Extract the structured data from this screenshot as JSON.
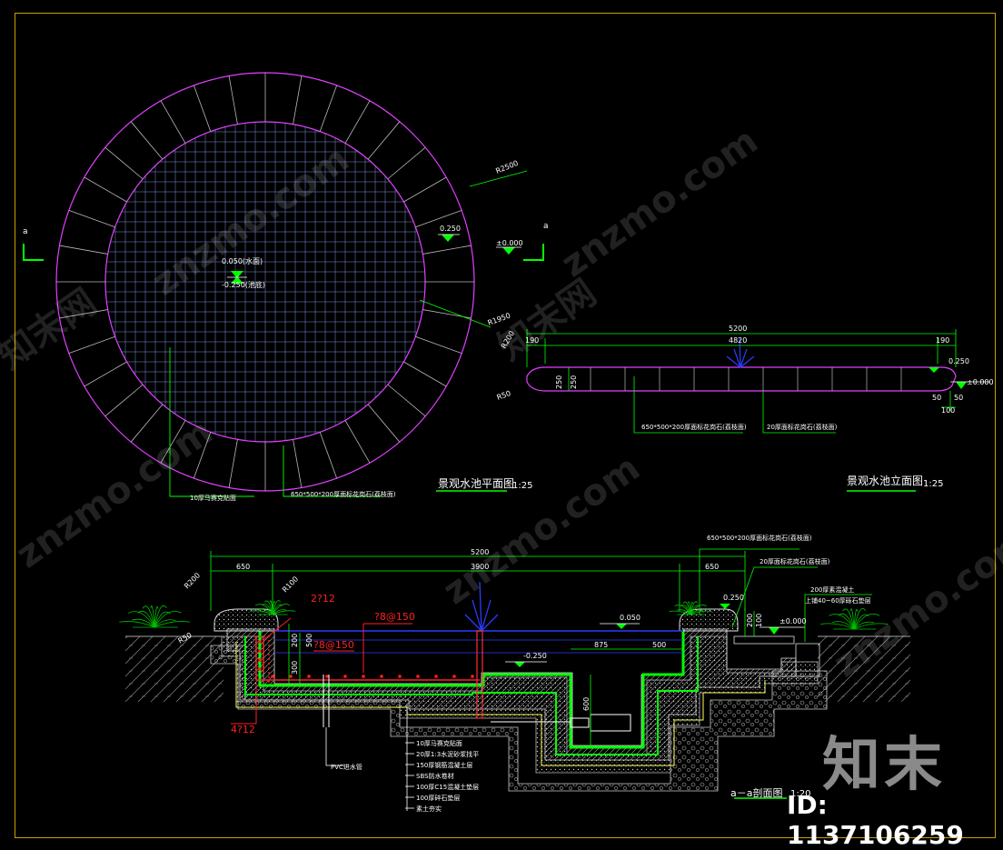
{
  "plan": {
    "title": "景观水池平面图",
    "scale": "1:25",
    "r_outer": "R2500",
    "r_inner": "R1950",
    "level_top": "0.050(水面)",
    "level_bottom": "-0.250(池底)",
    "level_edge": "0.250",
    "level_ground": "±0.000",
    "section_mark_left": "a",
    "section_mark_right": "a",
    "note_left": "10厚马赛克贴面",
    "note_right": "650*500*200厚面标花岗石(荔枝面)"
  },
  "elevation": {
    "title": "景观水池立面图",
    "scale": "1:25",
    "dim_total": "5200",
    "dim_inner": "4820",
    "dim_left": "190",
    "dim_right": "190",
    "r_top": "R200",
    "r_bottom": "R50",
    "dim_h1": "250",
    "dim_h2": "250",
    "level_top": "0.250",
    "level_ground": "±0.000",
    "dim_50": "50",
    "dim_50b": "50",
    "dim_100": "100",
    "note1": "650*500*200厚面标花岗石(荔枝面)",
    "note2": "20厚面标花岗石(荔枝面)"
  },
  "section": {
    "title": "a－a剖面图",
    "scale": "1:20",
    "dim_total": "5200",
    "dim_left": "650",
    "dim_mid": "3900",
    "dim_right": "650",
    "r200": "R200",
    "r100": "R100",
    "r50": "R50",
    "rebar1": "2?12",
    "rebar2": "?8@150",
    "rebar3": "?8@150",
    "rebar4": "4?12",
    "dim_200": "200",
    "dim_300": "300",
    "dim_500": "500",
    "dim_875": "875",
    "dim_500b": "500",
    "dim_600": "600",
    "dim_200b": "200",
    "dim_100": "100",
    "level_water": "0.050",
    "level_bottom": "-0.250",
    "level_edge": "0.250",
    "level_ground": "±0.000",
    "pipe_label": "PVC进水管",
    "note_top1": "650*500*200厚面标花岗石(荔枝面)",
    "note_top2": "20厚面标花岗石(荔枝面)",
    "note_right1": "200厚素混凝土",
    "note_right2": "上铺40~60厚砾石垫层",
    "layers": [
      "10厚马赛克贴面",
      "20厚1:3水泥砂浆找平",
      "150厚钢筋混凝土层",
      "SBS防水卷材",
      "100厚C15混凝土垫层",
      "100厚碎石垫层",
      "素土夯实"
    ]
  },
  "watermark": {
    "site": "znzmo.com",
    "brand": "知末网",
    "logo": "知末",
    "id": "ID: 1137106259"
  },
  "colors": {
    "background": "#000000",
    "magenta": "#e040ff",
    "grid": "#7a8fd8",
    "green": "#00ff00",
    "white": "#ffffff",
    "red": "#ff2020",
    "blue": "#2a3cff",
    "yellow": "#ffff60",
    "frame": "#c8a000"
  }
}
